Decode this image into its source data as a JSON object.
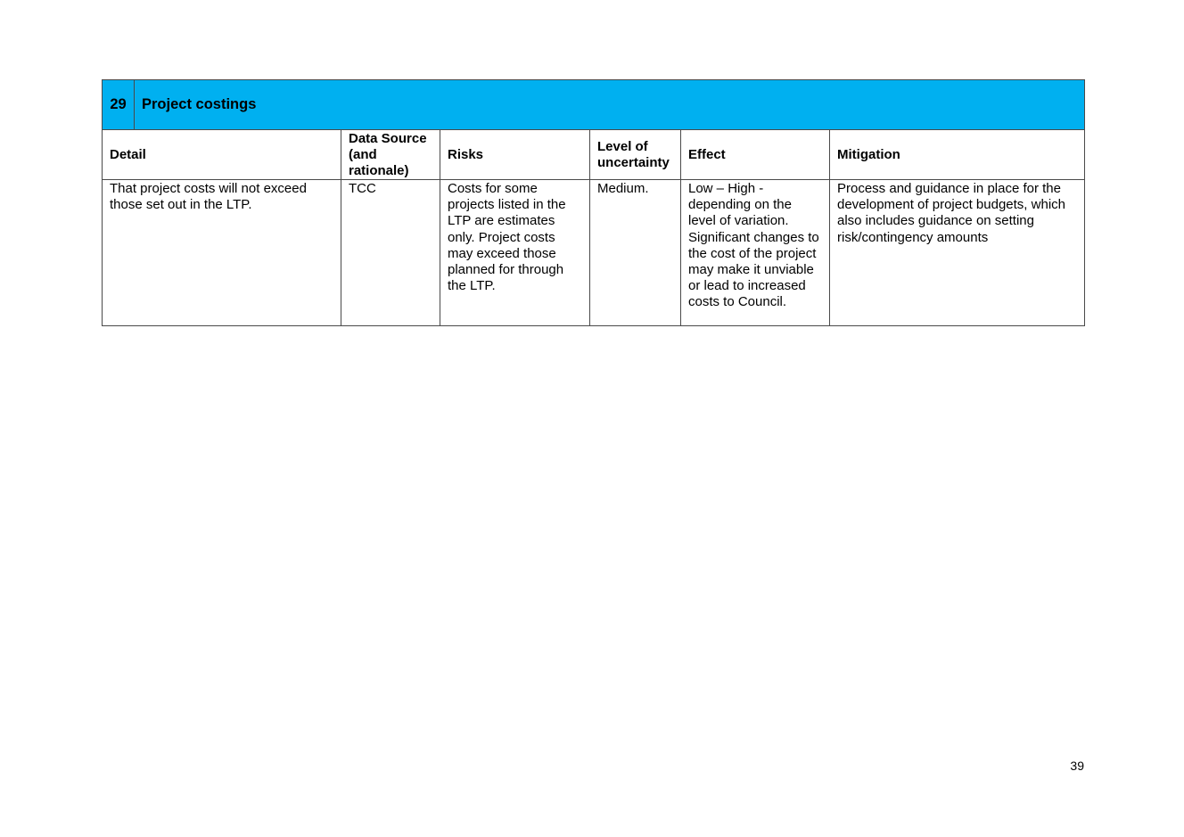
{
  "section": {
    "number": "29",
    "title": "Project costings"
  },
  "table": {
    "headers": [
      "Detail",
      "Data Source (and rationale)",
      "Risks",
      "Level of uncertainty",
      "Effect",
      "Mitigation"
    ],
    "row": {
      "detail": "That project costs will not exceed those set out in the LTP.",
      "data_source": "TCC",
      "risks": "Costs for some projects listed in the LTP are estimates only. Project costs may exceed those planned for through the LTP.",
      "uncertainty": "Medium.",
      "effect": "Low – High - depending on the level of variation. Significant changes to the cost of the project may make it unviable or lead to increased costs to Council.",
      "mitigation": "Process and guidance in place for the development of project budgets, which also includes guidance on setting risk/contingency amounts"
    }
  },
  "page_number": "39"
}
